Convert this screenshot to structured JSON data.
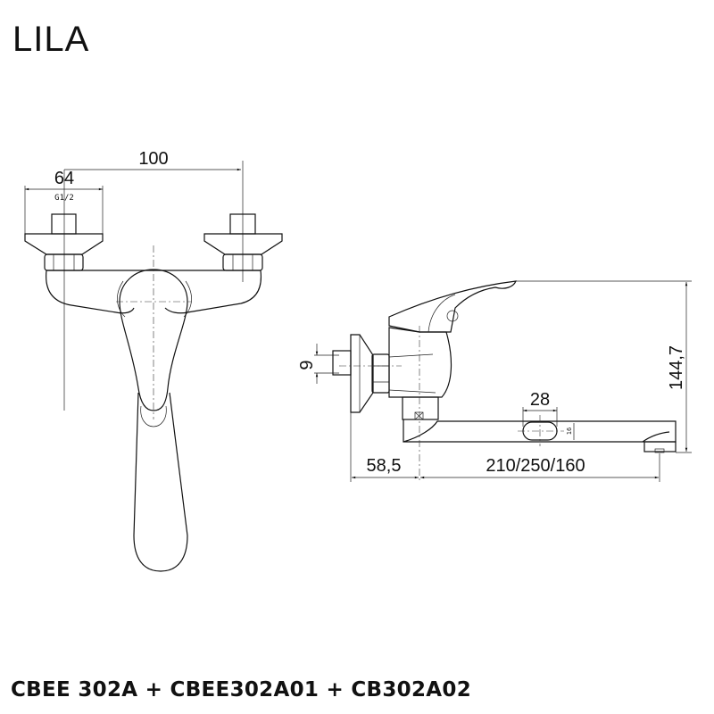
{
  "title": "LILA",
  "product_codes": "CBEE 302A + CBEE302A01 + CB302A02",
  "front_view": {
    "dim_center_distance": "100",
    "dim_flange": "64",
    "thread_label": "G1/2"
  },
  "side_view": {
    "dim_height": "144,7",
    "dim_wall_offset": "58,5",
    "dim_spout_length": "210/250/160",
    "dim_aerator_width": "28",
    "dim_aerator_depth": "16",
    "dim_pipe_offset": "9"
  }
}
